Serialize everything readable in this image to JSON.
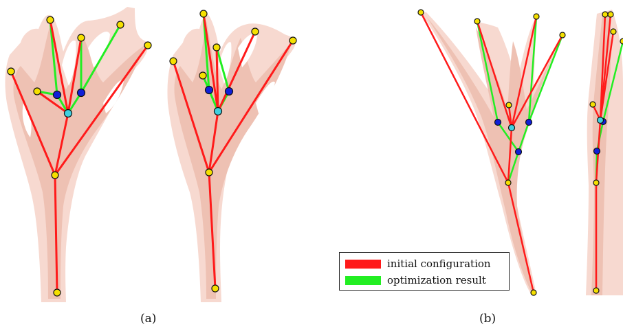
{
  "colors": {
    "initial": "#ff1a1a",
    "optimized": "#22ee22",
    "tissue_light": "#f7d9d0",
    "tissue_dark": "#eec1b3",
    "joint_end": "#f5e000",
    "joint_inner": "#1020d8",
    "joint_root": "#40d0e0"
  },
  "captions": {
    "a": "(a)",
    "b": "(b)"
  },
  "legend": {
    "items": [
      {
        "label": "initial configuration",
        "color": "#ff1a1a"
      },
      {
        "label": "optimization result",
        "color": "#22ee22"
      }
    ]
  }
}
